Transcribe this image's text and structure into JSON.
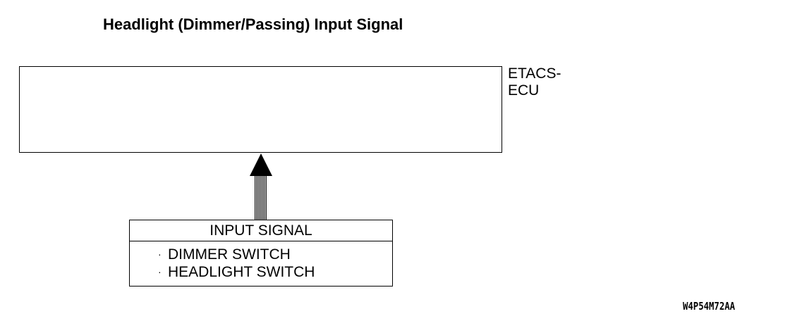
{
  "title": "Headlight (Dimmer/Passing) Input Signal",
  "ecu": {
    "label_line1": "ETACS-",
    "label_line2": "ECU"
  },
  "input_box": {
    "header": "INPUT SIGNAL",
    "bullet": "·",
    "items": [
      "DIMMER SWITCH",
      "HEADLIGHT SWITCH"
    ]
  },
  "figure_code": "W4P54M72AA",
  "arrow_icon": "up-arrow-icon"
}
